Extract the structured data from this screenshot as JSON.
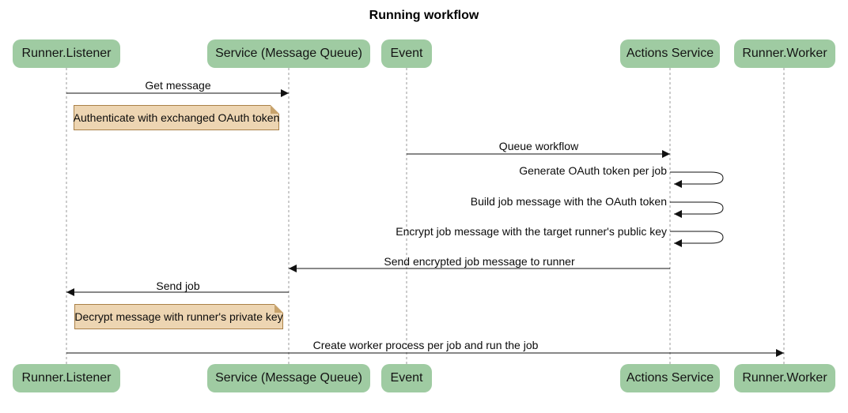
{
  "title": "Running workflow",
  "diagram_type": "sequence",
  "actors": [
    {
      "name": "Runner.Listener"
    },
    {
      "name": "Service (Message Queue)"
    },
    {
      "name": "Event"
    },
    {
      "name": "Actions Service"
    },
    {
      "name": "Runner.Worker"
    }
  ],
  "messages": [
    {
      "kind": "arrow",
      "from": "Runner.Listener",
      "to": "Service (Message Queue)",
      "label": "Get message"
    },
    {
      "kind": "note",
      "anchor": "Runner.Listener",
      "label": "Authenticate with exchanged OAuth token"
    },
    {
      "kind": "arrow",
      "from": "Event",
      "to": "Actions Service",
      "label": "Queue workflow"
    },
    {
      "kind": "self",
      "actor": "Actions Service",
      "label": "Generate OAuth token per job"
    },
    {
      "kind": "self",
      "actor": "Actions Service",
      "label": "Build job message with the OAuth token"
    },
    {
      "kind": "self",
      "actor": "Actions Service",
      "label": "Encrypt job message with the target runner's public key"
    },
    {
      "kind": "arrow",
      "from": "Actions Service",
      "to": "Service (Message Queue)",
      "label": "Send encrypted job message to runner"
    },
    {
      "kind": "arrow",
      "from": "Service (Message Queue)",
      "to": "Runner.Listener",
      "label": "Send job"
    },
    {
      "kind": "note",
      "anchor": "Runner.Listener",
      "label": "Decrypt message with runner's private key"
    },
    {
      "kind": "arrow",
      "from": "Runner.Listener",
      "to": "Runner.Worker",
      "label": "Create worker process per job and run the job"
    }
  ],
  "colors": {
    "actor_fill": "#9FCBA2",
    "actor_text": "#141414",
    "note_fill": "#EDD5B2",
    "note_border": "#AA8148",
    "lifeline": "#999999",
    "arrow": "#111111",
    "background": "#ffffff"
  }
}
